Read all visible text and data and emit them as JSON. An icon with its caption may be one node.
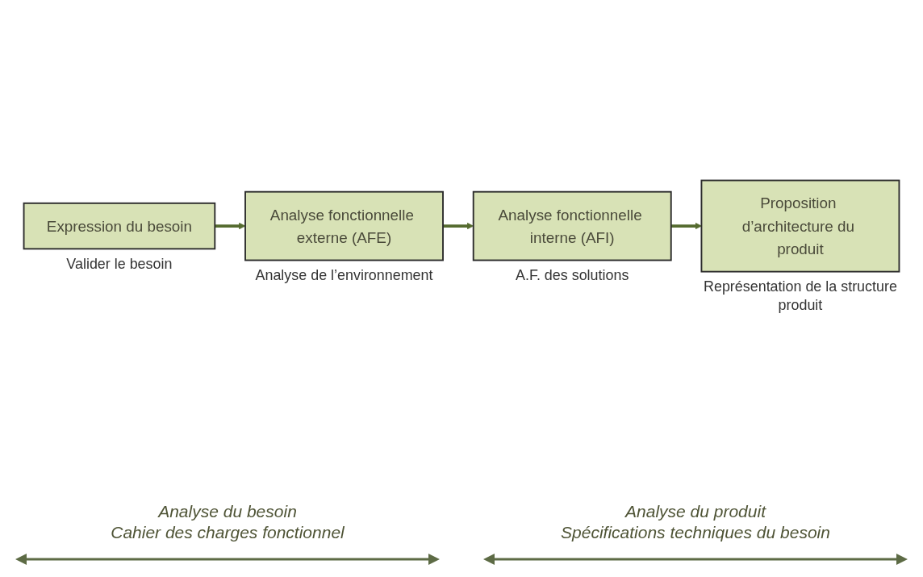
{
  "diagram": {
    "nodes": [
      {
        "text": [
          "Expression du besoin"
        ],
        "beside": [
          "Valider le besoin"
        ]
      },
      {
        "text": [
          "Analyse fonctionnelle externe (AFE)"
        ],
        "beside": [
          "Analyse de l’environnement"
        ]
      },
      {
        "text": [
          "Analyse fonctionnelle interne (AFI)"
        ],
        "beside": [
          "A.F. des solutions"
        ]
      },
      {
        "text": [
          "Proposition d’architecture du produit"
        ],
        "beside": [
          "Représentation de la structure produit"
        ]
      }
    ],
    "edges": [
      {
        "from": 0,
        "to": 1,
        "arrow": "to"
      },
      {
        "from": 1,
        "to": 2,
        "arrow": "to"
      },
      {
        "from": 2,
        "to": 3,
        "arrow": "to"
      }
    ],
    "labels": [
      "Analyse du besoin",
      "Cahier des charges fonctionnel",
      "Analyse du produit",
      "Spécifications techniques du besoin"
    ]
  }
}
